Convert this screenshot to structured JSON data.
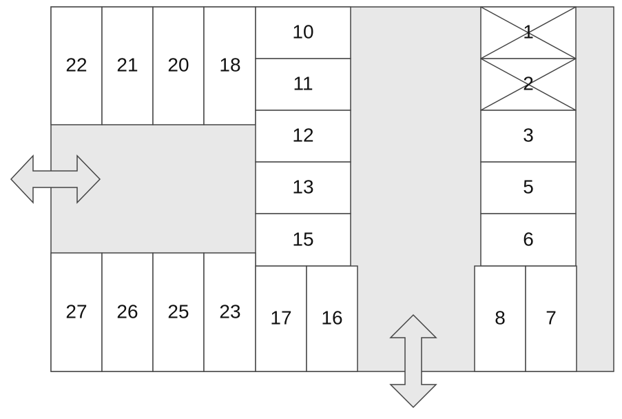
{
  "colors": {
    "background": "#ffffff",
    "area_fill": "#e8e8e8",
    "stroke": "#444444",
    "text": "#111111"
  },
  "spaces": {
    "s1": "1",
    "s2": "2",
    "s3": "3",
    "s5": "5",
    "s6": "6",
    "s7": "7",
    "s8": "8",
    "s10": "10",
    "s11": "11",
    "s12": "12",
    "s13": "13",
    "s15": "15",
    "s16": "16",
    "s17": "17",
    "s18": "18",
    "s20": "20",
    "s21": "21",
    "s22": "22",
    "s23": "23",
    "s25": "25",
    "s26": "26",
    "s27": "27"
  },
  "blocked_spaces": [
    "1",
    "2"
  ],
  "exits": [
    {
      "name": "west",
      "icon": "double-arrow-horizontal-icon"
    },
    {
      "name": "south",
      "icon": "double-arrow-vertical-icon"
    }
  ]
}
